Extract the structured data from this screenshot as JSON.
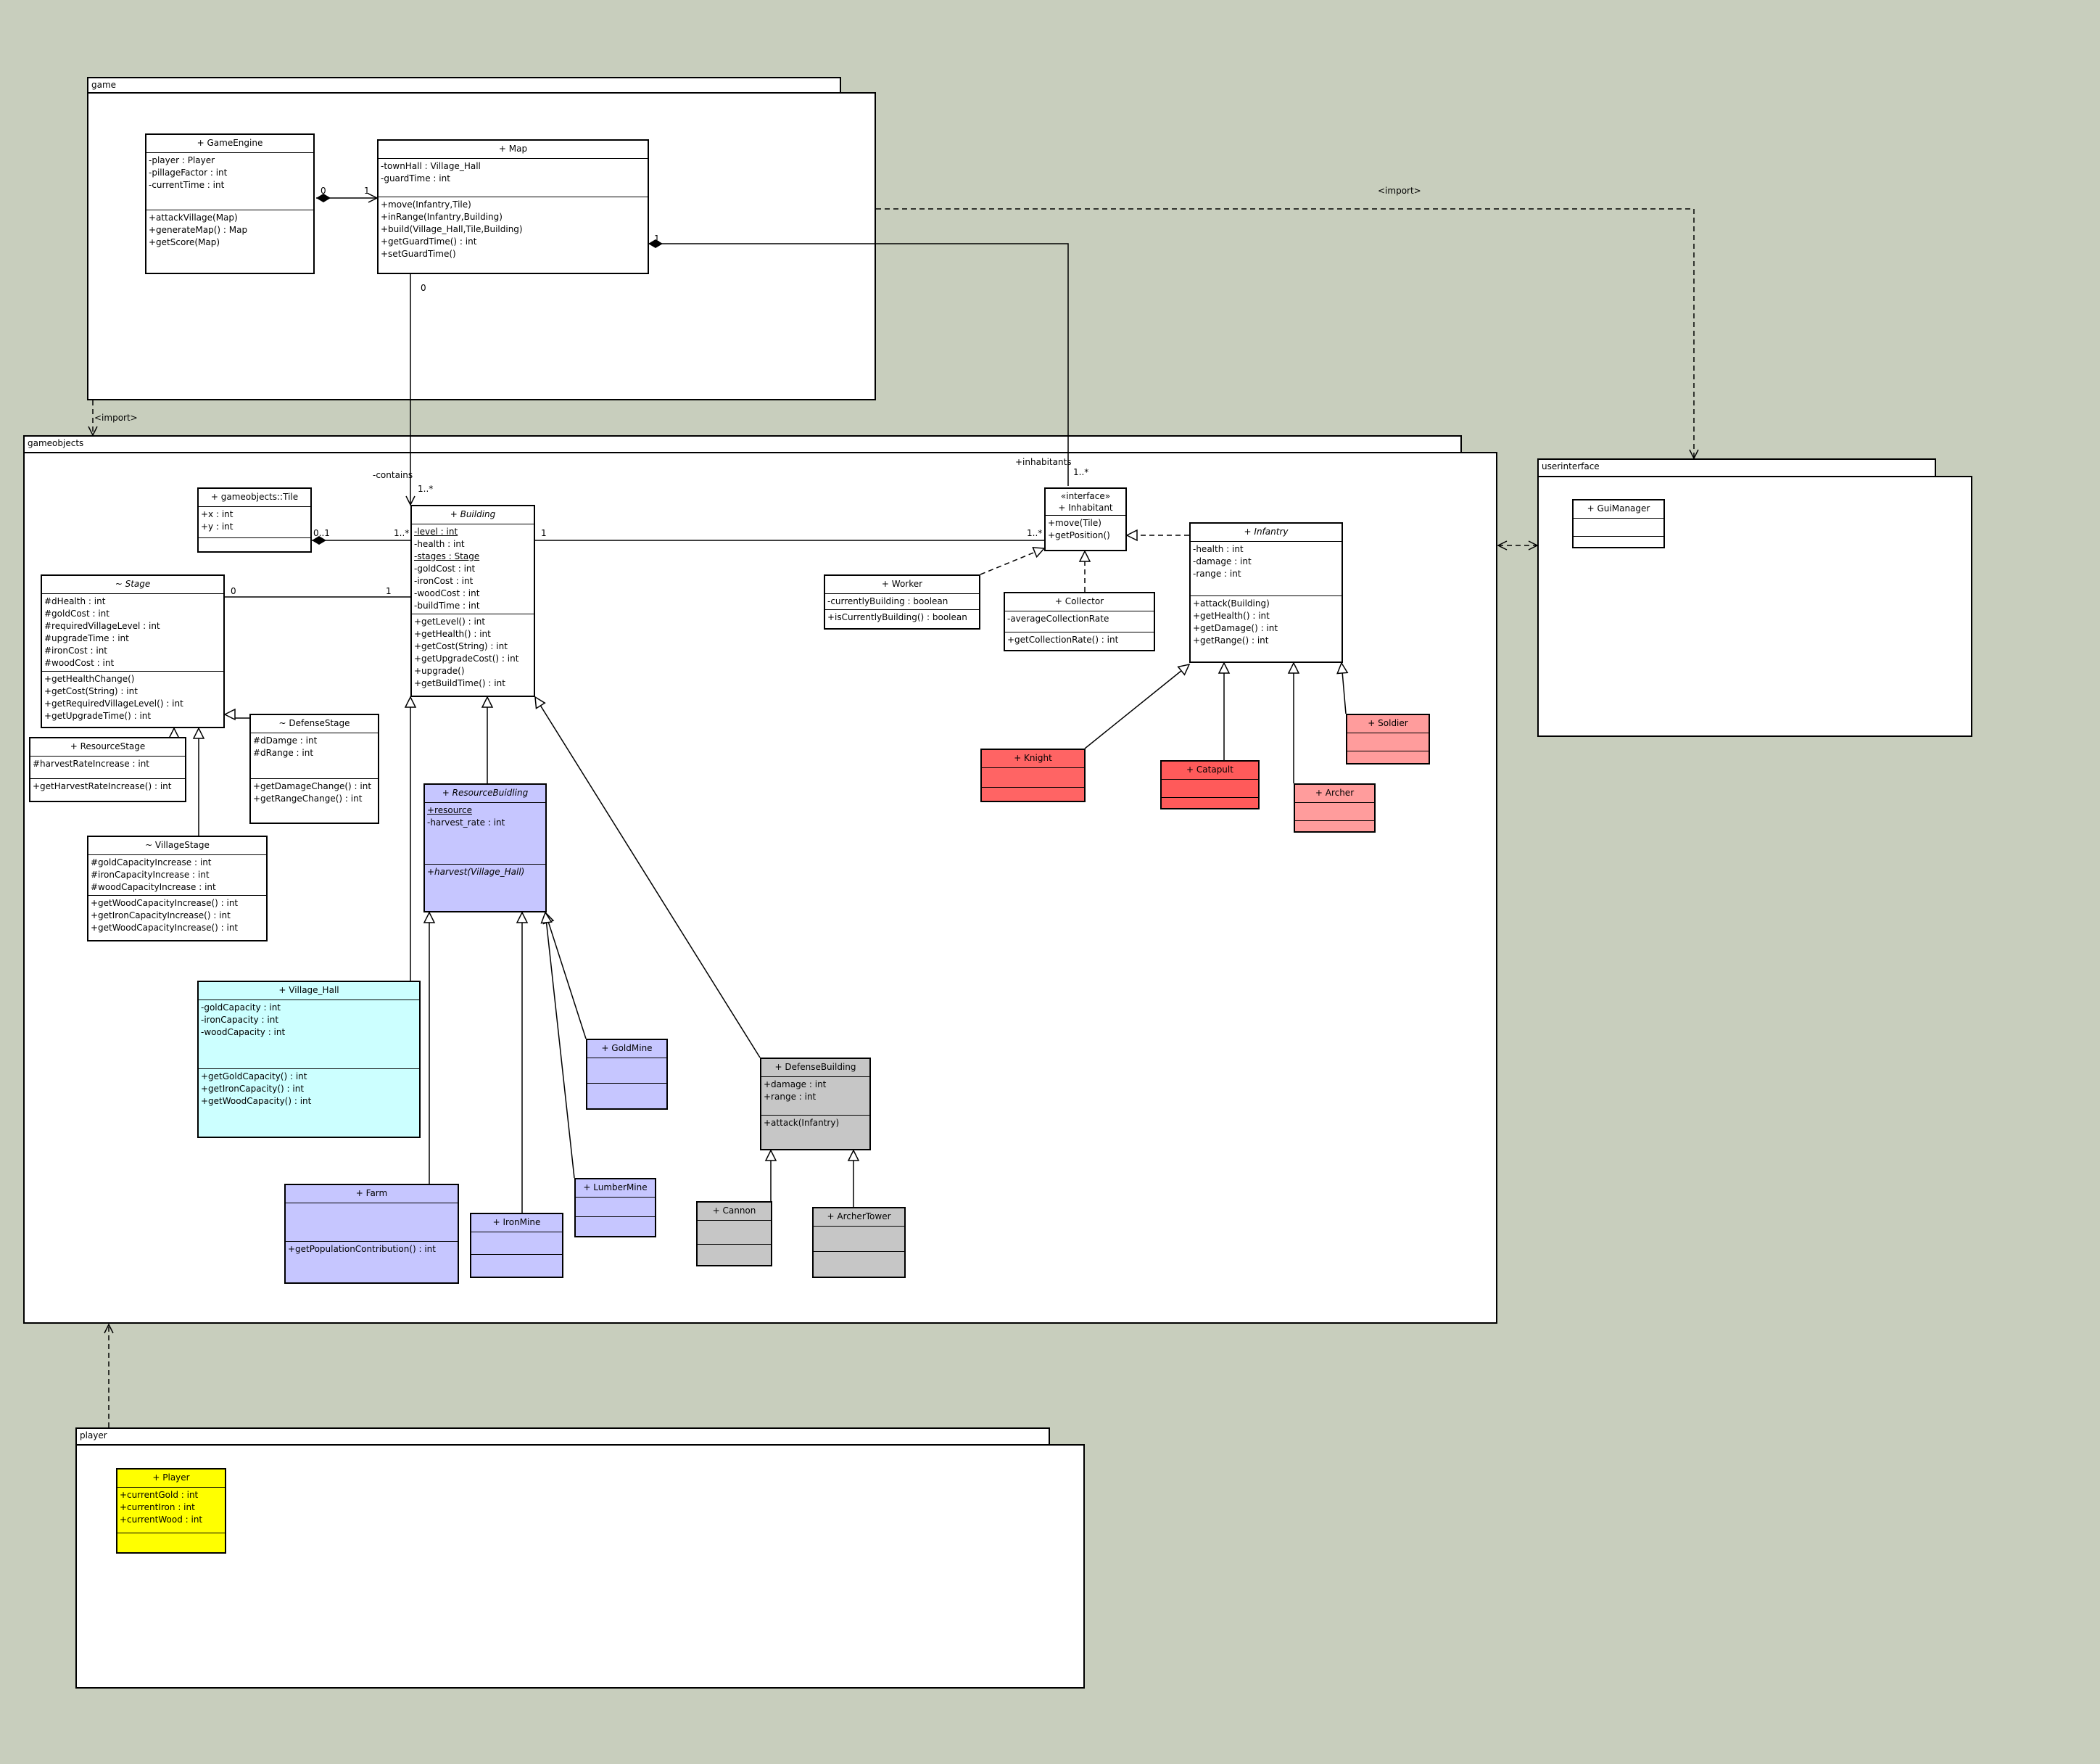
{
  "packages": {
    "game": "game",
    "gameobjects": "gameobjects",
    "userinterface": "userinterface",
    "player": "player"
  },
  "labels": {
    "import_game_to_ui": "<import>",
    "import_game_to_gameobjects": "<import>",
    "contains": "-contains",
    "inhabitants": "+inhabitants",
    "ge_map_left": "0",
    "ge_map_right": "1",
    "map_building_0": "0",
    "map_inhabitant_1": "1",
    "building_many": "1..*",
    "inhabitant_many": "1..*",
    "tile_01": "0..1",
    "tile_building_many": "1..*",
    "building_1": "1",
    "inhabitant_many2": "1..*",
    "stage_0": "0",
    "stage_building_1": "1"
  },
  "classes": {
    "gameengine": {
      "name": "+ GameEngine",
      "attrs": [
        "-player : Player",
        "-pillageFactor : int",
        "-currentTime : int"
      ],
      "ops": [
        "+attackVillage(Map)",
        "+generateMap() : Map",
        "+getScore(Map)"
      ]
    },
    "map": {
      "name": "+ Map",
      "attrs": [
        "-townHall : Village_Hall",
        "-guardTime : int"
      ],
      "ops": [
        "+move(Infantry,Tile)",
        "+inRange(Infantry,Building)",
        "+build(Village_Hall,Tile,Building)",
        "+getGuardTime() : int",
        "+setGuardTime()"
      ]
    },
    "tile": {
      "name": "+ gameobjects::Tile",
      "attrs": [
        "+x : int",
        "+y : int"
      ],
      "ops": []
    },
    "building": {
      "name": "+ Building",
      "attrs": [
        "-level : int",
        "-health : int",
        "-stages : Stage",
        "-goldCost : int",
        "-ironCost : int",
        "-woodCost : int",
        "-buildTime : int"
      ],
      "ops": [
        "+getLevel() : int",
        "+getHealth() : int",
        "+getCost(String) : int",
        "+getUpgradeCost() : int",
        "+upgrade()",
        "+getBuildTime() : int"
      ]
    },
    "stage": {
      "name": "~ Stage",
      "attrs": [
        "#dHealth : int",
        "#goldCost : int",
        "#requiredVillageLevel : int",
        "#upgradeTime : int",
        "#ironCost : int",
        "#woodCost : int"
      ],
      "ops": [
        "+getHealthChange()",
        "+getCost(String) : int",
        "+getRequiredVillageLevel() : int",
        "+getUpgradeTime() : int"
      ]
    },
    "resourcestage": {
      "name": "+ ResourceStage",
      "attrs": [
        "#harvestRateIncrease : int"
      ],
      "ops": [
        "+getHarvestRateIncrease() : int"
      ]
    },
    "defensestage": {
      "name": "~ DefenseStage",
      "attrs": [
        "#dDamge : int",
        "#dRange : int"
      ],
      "ops": [
        "+getDamageChange() : int",
        "+getRangeChange() : int"
      ]
    },
    "villagestage": {
      "name": "~ VillageStage",
      "attrs": [
        "#goldCapacityIncrease : int",
        "#ironCapacityIncrease : int",
        "#woodCapacityIncrease : int"
      ],
      "ops": [
        "+getWoodCapacityIncrease() : int",
        "+getIronCapacityIncrease() : int",
        "+getWoodCapacityIncrease() : int"
      ]
    },
    "resourcebuilding": {
      "name": "+ ResourceBuidling",
      "attrs": [
        "+resource",
        "-harvest_rate : int"
      ],
      "ops": [
        "+harvest(Village_Hall)"
      ]
    },
    "villagehall": {
      "name": "+ Village_Hall",
      "attrs": [
        "-goldCapacity : int",
        "-ironCapacity : int",
        "-woodCapacity : int"
      ],
      "ops": [
        "+getGoldCapacity() : int",
        "+getIronCapacity() : int",
        "+getWoodCapacity() : int"
      ]
    },
    "goldmine": {
      "name": "+ GoldMine"
    },
    "lumbermine": {
      "name": "+ LumberMine"
    },
    "ironmine": {
      "name": "+ IronMine"
    },
    "farm": {
      "name": "+ Farm",
      "attrs": [],
      "ops": [
        "+getPopulationContribution() : int"
      ]
    },
    "defensebuilding": {
      "name": "+ DefenseBuilding",
      "attrs": [
        "+damage : int",
        "+range : int"
      ],
      "ops": [
        "+attack(Infantry)"
      ]
    },
    "cannon": {
      "name": "+ Cannon"
    },
    "archertower": {
      "name": "+ ArcherTower"
    },
    "inhabitant": {
      "stereotype": "«interface»",
      "name": "+ Inhabitant",
      "ops": [
        "+move(Tile)",
        "+getPosition()"
      ]
    },
    "worker": {
      "name": "+ Worker",
      "attrs": [
        "-currentlyBuilding : boolean"
      ],
      "ops": [
        "+isCurrentlyBuilding() : boolean"
      ]
    },
    "collector": {
      "name": "+ Collector",
      "attrs": [
        "-averageCollectionRate"
      ],
      "ops": [
        "+getCollectionRate() : int"
      ]
    },
    "infantry": {
      "name": "+ Infantry",
      "attrs": [
        "-health : int",
        "-damage : int",
        "-range : int"
      ],
      "ops": [
        "+attack(Building)",
        "+getHealth() : int",
        "+getDamage() : int",
        "+getRange() : int"
      ]
    },
    "knight": {
      "name": "+ Knight"
    },
    "catapult": {
      "name": "+ Catapult"
    },
    "archer": {
      "name": "+ Archer"
    },
    "soldier": {
      "name": "+ Soldier"
    },
    "guimanager": {
      "name": "+ GuiManager"
    },
    "player": {
      "name": "+ Player",
      "attrs": [
        "+currentGold : int",
        "+currentIron : int",
        "+currentWood : int"
      ],
      "ops": []
    }
  },
  "colors": {
    "background": "#c8cebd",
    "resource": "#c6c6ff",
    "villagehall": "#ccffff",
    "defense": "#c6c6c6",
    "knight": "#ff6464",
    "catapult": "#ff5a5a",
    "archer": "#ff9c9c",
    "soldier": "#ff9c9c",
    "player": "#ffff00"
  }
}
